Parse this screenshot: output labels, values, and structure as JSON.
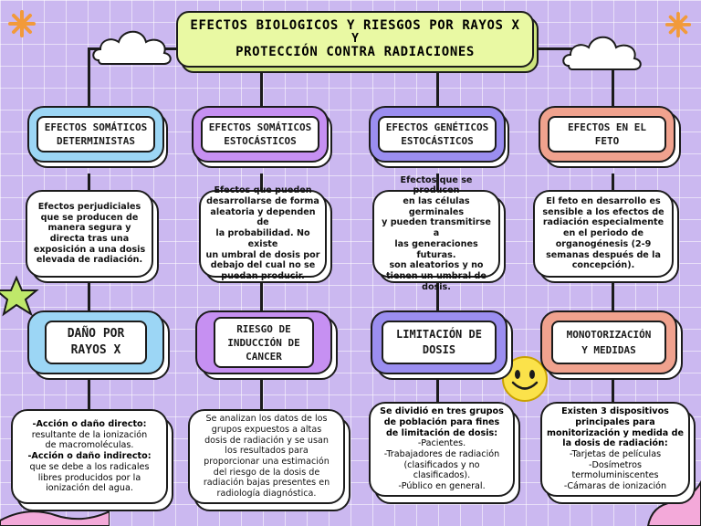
{
  "title": {
    "line1": "EFECTOS BIOLOGICOS Y RIESGOS POR RAYOS X",
    "line2": "Y",
    "line3": "PROTECCIÓN CONTRA RADIACIONES"
  },
  "columns": [
    {
      "header1": "EFECTOS SOMÁTICOS\nDETERMINISTAS",
      "text1": "Efectos perjudiciales\nque se producen de\nmanera segura y\ndirecta tras una\nexposición a una dosis\nelevada de radiación.",
      "header2": "DAÑO POR\nRAYOS X",
      "text2_a": "-Acción o daño directo:",
      "text2_b": "resultante de la ionización\nde macromoléculas.",
      "text2_c": "-Acción o daño indirecto:",
      "text2_d": "que se debe a los radicales\nlibres producidos por la\nionización del agua."
    },
    {
      "header1": "EFECTOS SOMÁTICOS\nESTOCÁSTICOS",
      "text1": "Efectos que pueden\ndesarrollarse de forma\naleatoria y dependen de\nla probabilidad. No existe\nun umbral de dosis por\ndebajo del cual no se\npuedan producir.",
      "header2": "RIESGO DE\nINDUCCIÓN DE\nCANCER",
      "text2": "Se analizan los datos de los\ngrupos expuestos a altas\ndosis de radiación y se usan\nlos resultados para\nproporcionar una estimación\ndel riesgo de la dosis de\nradiación bajas presentes en\nradiología diagnóstica."
    },
    {
      "header1": "EFECTOS GENÉTICOS\nESTOCÁSTICOS",
      "text1": "Efectos que se producen\nen las células germinales\ny pueden transmitirse a\nlas generaciones futuras.\nson aleatorios y no\ntienen un umbral de\ndosis.",
      "header2": "LIMITACIÓN DE\nDOSIS",
      "text2_a": "Se dividió en tres grupos\nde población para fines\nde limitación de dosis:",
      "text2_b": "-Pacientes.\n-Trabajadores de radiación\n(clasificados y no\nclasificados).\n-Público en general."
    },
    {
      "header1": "EFECTOS EN EL\nFETO",
      "text1": "El feto en desarrollo es\nsensible a los efectos de\nradiación especialmente\nen el periodo de\norganogénesis (2-9\nsemanas después de la\nconcepción).",
      "header2": "MONOTORIZACIÓN\nY MEDIDAS",
      "text2_a": "Existen 3 dispositivos\nprincipales para\nmonitorización y medida de\nla dosis de radiación:",
      "text2_b": "-Tarjetas de películas\n-Dosímetros\ntermoluminiscentes\n-Cámaras de ionización"
    }
  ],
  "colors": {
    "background": "#cbb8f0",
    "title_fill": "#e9f9a3",
    "blue": "#9cd6f5",
    "purple": "#c690f2",
    "indigo": "#9b8ef0",
    "salmon": "#f0a28e"
  }
}
